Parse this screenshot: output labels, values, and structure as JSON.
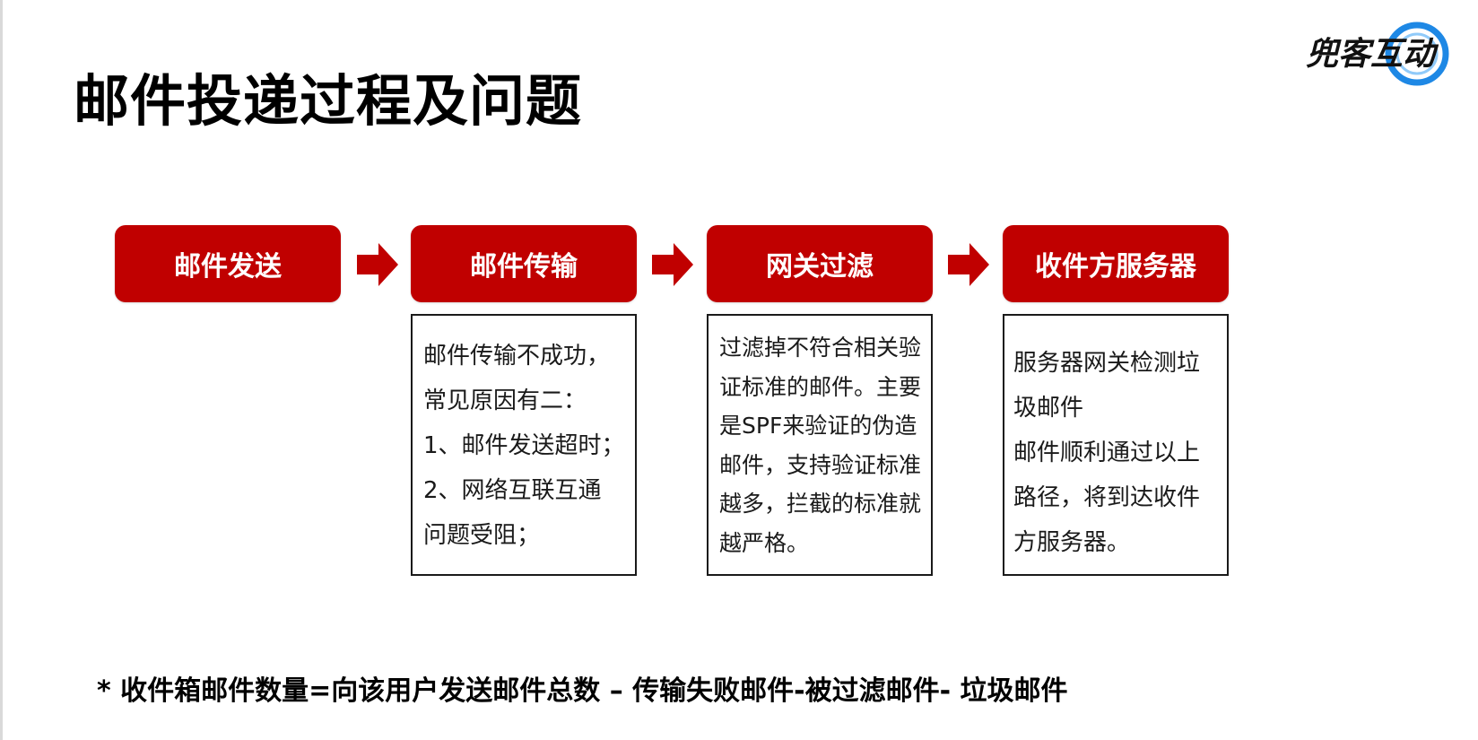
{
  "title": "邮件投递过程及问题",
  "logo": {
    "text": "兜客互动",
    "ring_color": "#1e88e5"
  },
  "colors": {
    "accent": "#c00000",
    "text": "#1a1a1a"
  },
  "steps": [
    {
      "label": "邮件发送"
    },
    {
      "label": "邮件传输"
    },
    {
      "label": "网关过滤"
    },
    {
      "label": "收件方服务器"
    }
  ],
  "descriptions": [
    {
      "lines": [
        "邮件传输不成功，",
        "常见原因有二：",
        "1、邮件发送超时；",
        "2、网络互联互通",
        "问题受阻；"
      ]
    },
    {
      "lines": [
        "过滤掉不符合相关验",
        "证标准的邮件。主要",
        "是SPF来验证的伪造",
        "邮件，支持验证标准",
        "越多，拦截的标准就",
        "越严格。"
      ]
    },
    {
      "lines": [
        "服务器网关检测垃",
        "圾邮件",
        "邮件顺利通过以上",
        "路径，将到达收件",
        "方服务器。"
      ]
    }
  ],
  "footnote": "* 收件箱邮件数量=向该用户发送邮件总数 – 传输失败邮件-被过滤邮件- 垃圾邮件"
}
